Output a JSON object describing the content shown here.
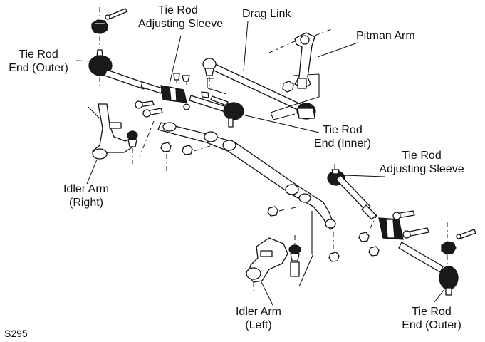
{
  "labels": {
    "tie_rod_sleeve_top": [
      "Tie Rod",
      "Adjusting Sleeve"
    ],
    "drag_link": "Drag Link",
    "pitman_arm": "Pitman Arm",
    "tie_rod_end_outer_left": [
      "Tie Rod",
      "End (Outer)"
    ],
    "tie_rod_end_inner": [
      "Tie Rod",
      "End (Inner)"
    ],
    "tie_rod_sleeve_right": [
      "Tie Rod",
      "Adjusting Sleeve"
    ],
    "idler_arm_right": [
      "Idler Arm",
      "(Right)"
    ],
    "idler_arm_left": [
      "Idler Arm",
      "(Left)"
    ],
    "tie_rod_end_outer_right": [
      "Tie Rod",
      "End (Outer)"
    ]
  },
  "figure_code": "S295"
}
